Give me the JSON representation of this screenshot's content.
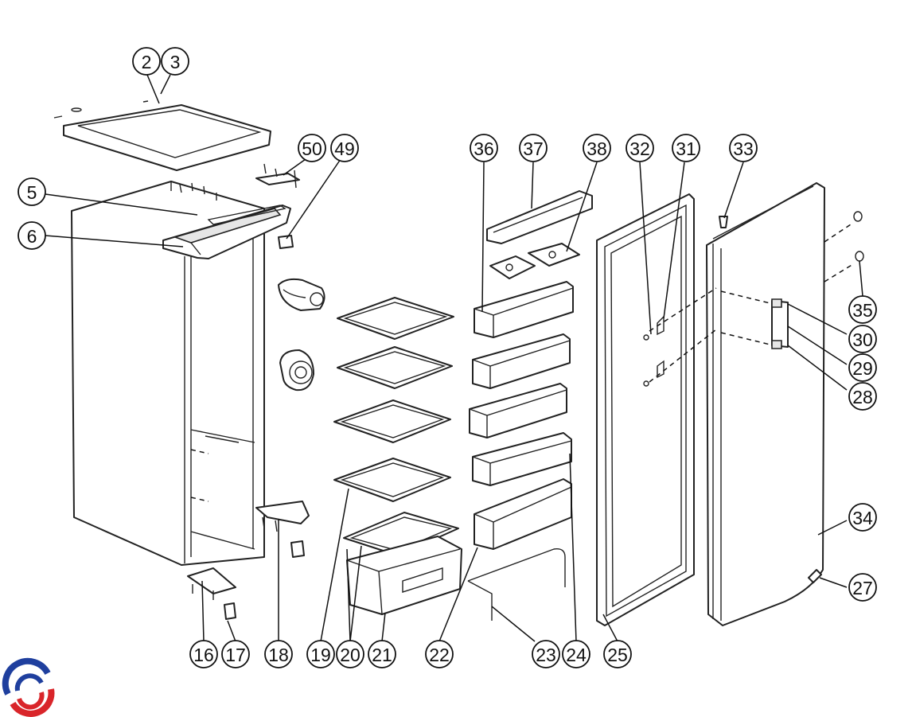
{
  "callouts": [
    {
      "label": "2"
    },
    {
      "label": "3"
    },
    {
      "label": "5"
    },
    {
      "label": "6"
    },
    {
      "label": "50"
    },
    {
      "label": "49"
    },
    {
      "label": "36"
    },
    {
      "label": "37"
    },
    {
      "label": "38"
    },
    {
      "label": "32"
    },
    {
      "label": "31"
    },
    {
      "label": "33"
    },
    {
      "label": "35"
    },
    {
      "label": "30"
    },
    {
      "label": "29"
    },
    {
      "label": "28"
    },
    {
      "label": "34"
    },
    {
      "label": "27"
    },
    {
      "label": "16"
    },
    {
      "label": "17"
    },
    {
      "label": "18"
    },
    {
      "label": "19"
    },
    {
      "label": "20"
    },
    {
      "label": "21"
    },
    {
      "label": "22"
    },
    {
      "label": "23"
    },
    {
      "label": "24"
    },
    {
      "label": "25"
    }
  ],
  "logo": {
    "name": "brand-logo",
    "colors": [
      "#1f3f9e",
      "#d9252a"
    ]
  },
  "colors": {
    "line": "#222222",
    "background": "#ffffff"
  }
}
